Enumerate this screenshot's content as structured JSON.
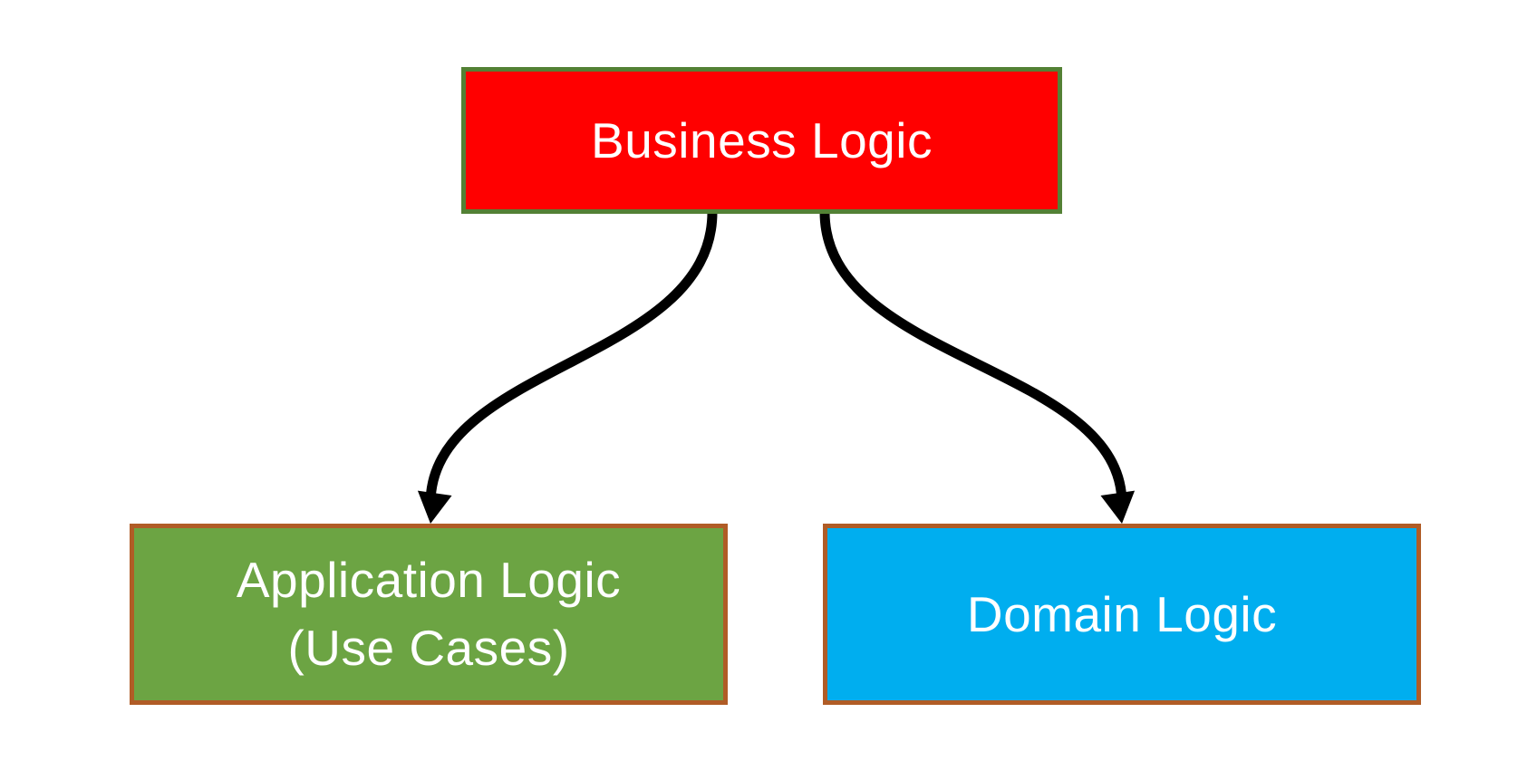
{
  "diagram": {
    "background_color": "#FFFFFF",
    "nodes": {
      "business": {
        "label": "Business Logic",
        "fill": "#FF0000",
        "border_color": "#538135",
        "text_color": "#FFFFFF"
      },
      "application": {
        "label_line1": "Application Logic",
        "label_line2": "(Use Cases)",
        "fill": "#6CA443",
        "border_color": "#B05C26",
        "text_color": "#FFFFFF"
      },
      "domain": {
        "label": "Domain Logic",
        "fill": "#00AEEF",
        "border_color": "#B05C26",
        "text_color": "#FFFFFF"
      }
    },
    "connectors": [
      {
        "name": "business-to-application",
        "from": "Business Logic",
        "to": "Application Logic (Use Cases)",
        "color": "#000000",
        "style": "curved-s",
        "arrowhead": "triangle"
      },
      {
        "name": "business-to-domain",
        "from": "Business Logic",
        "to": "Domain Logic",
        "color": "#000000",
        "style": "curved-s",
        "arrowhead": "triangle"
      }
    ]
  }
}
